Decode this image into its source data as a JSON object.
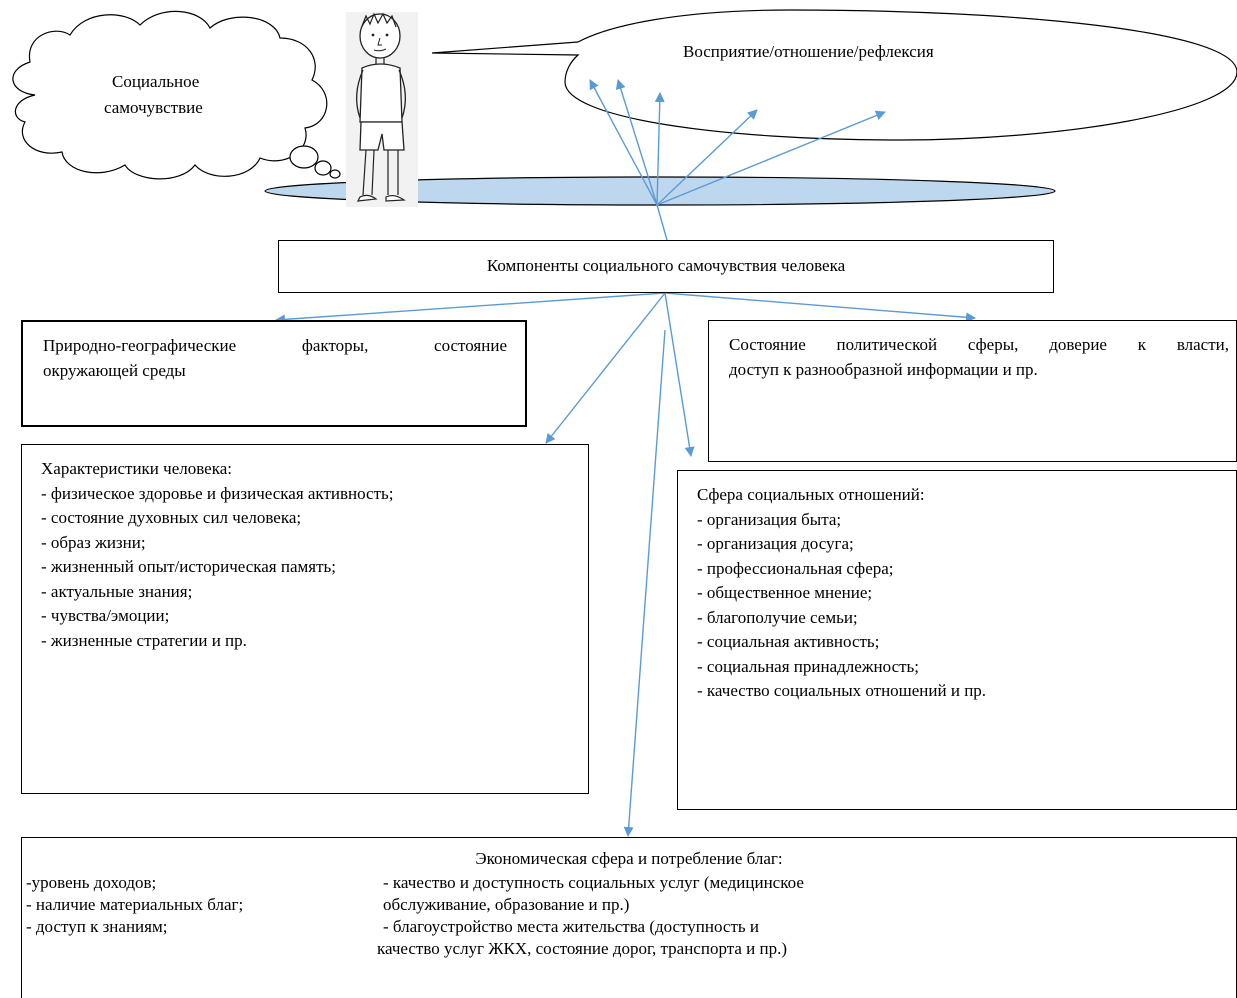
{
  "header": {
    "perception": "Восприятие/отношение/рефлексия",
    "cloud_line1": "Социальное",
    "cloud_line2": "самочувствие"
  },
  "center": {
    "title": "Компоненты социального самочувствия человека"
  },
  "natural": {
    "line1": "Природно-географические    факторы,    состояние",
    "line2": "окружающей среды"
  },
  "political": {
    "line1": "Состояние  политической  сферы,   доверие  к  власти,",
    "line2": "доступ к разнообразной информации и пр."
  },
  "human": {
    "title": "Характеристики человека:",
    "items": [
      "- физическое здоровье и физическая активность;",
      "- состояние духовных сил человека;",
      "- образ жизни;",
      "- жизненный опыт/историческая память;",
      "- актуальные знания;",
      "- чувства/эмоции;",
      "- жизненные стратегии и пр."
    ]
  },
  "social": {
    "title": "Сфера социальных отношений:",
    "items": [
      "- организация быта;",
      "- организация досуга;",
      "- профессиональная сфера;",
      "- общественное мнение;",
      "- благополучие семьи;",
      "- социальная активность;",
      "- социальная принадлежность;",
      "- качество социальных отношений и пр."
    ]
  },
  "economic": {
    "title": "Экономическая сфера и потребление благ:",
    "left": [
      "-уровень доходов;",
      "- наличие материальных благ;",
      "- доступ к знаниям;"
    ],
    "right": [
      "- качество и доступность социальных услуг (медицинское",
      "обслуживание, образование и пр.)",
      "- благоустройство места жительства (доступность и",
      "качество услуг ЖКХ, состояние дорог, транспорта и пр.)"
    ]
  },
  "colors": {
    "arrow": "#5b9bd5",
    "disc_fill": "#bdd7ee",
    "border": "#000000"
  }
}
